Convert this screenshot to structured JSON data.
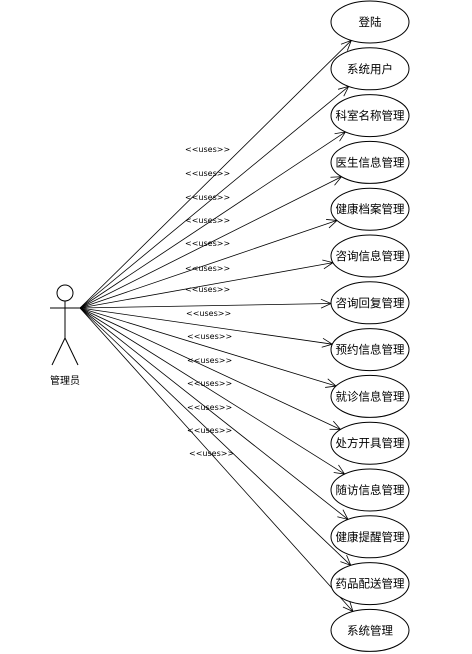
{
  "actor": {
    "name": "管理员"
  },
  "relationship_label": "<<uses>>",
  "use_cases": [
    {
      "label": "登陆"
    },
    {
      "label": "系统用户"
    },
    {
      "label": "科室名称管理"
    },
    {
      "label": "医生信息管理"
    },
    {
      "label": "健康档案管理"
    },
    {
      "label": "咨询信息管理"
    },
    {
      "label": "咨询回复管理"
    },
    {
      "label": "预约信息管理"
    },
    {
      "label": "就诊信息管理"
    },
    {
      "label": "处方开具管理"
    },
    {
      "label": "随访信息管理"
    },
    {
      "label": "健康提醒管理"
    },
    {
      "label": "药品配送管理"
    },
    {
      "label": "系统管理"
    }
  ]
}
